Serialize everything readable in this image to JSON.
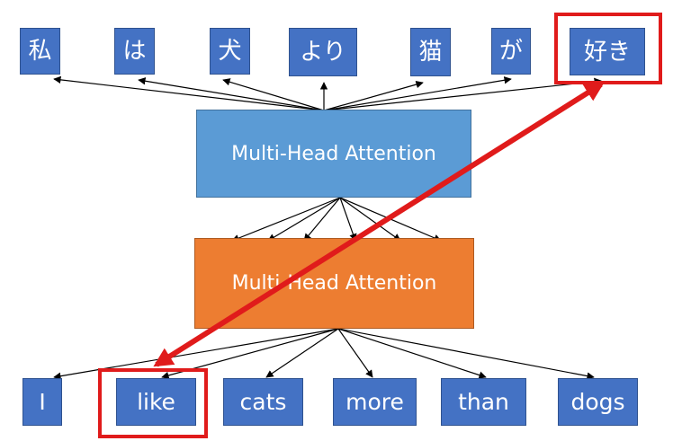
{
  "diagram": {
    "target_tokens": [
      "私",
      "は",
      "犬",
      "より",
      "猫",
      "が",
      "好き"
    ],
    "source_tokens": [
      "I",
      "like",
      "cats",
      "more",
      "than",
      "dogs"
    ],
    "upper_block_label": "Multi-Head Attention",
    "lower_block_label": "Multi-Head Attention",
    "highlighted_target_token": "好き",
    "highlighted_source_token": "like",
    "colors": {
      "token_fill": "#4472c4",
      "upper_block_fill": "#5b9bd5",
      "lower_block_fill": "#ed7d31",
      "highlight": "#e01b1b",
      "connector": "#000000"
    }
  }
}
